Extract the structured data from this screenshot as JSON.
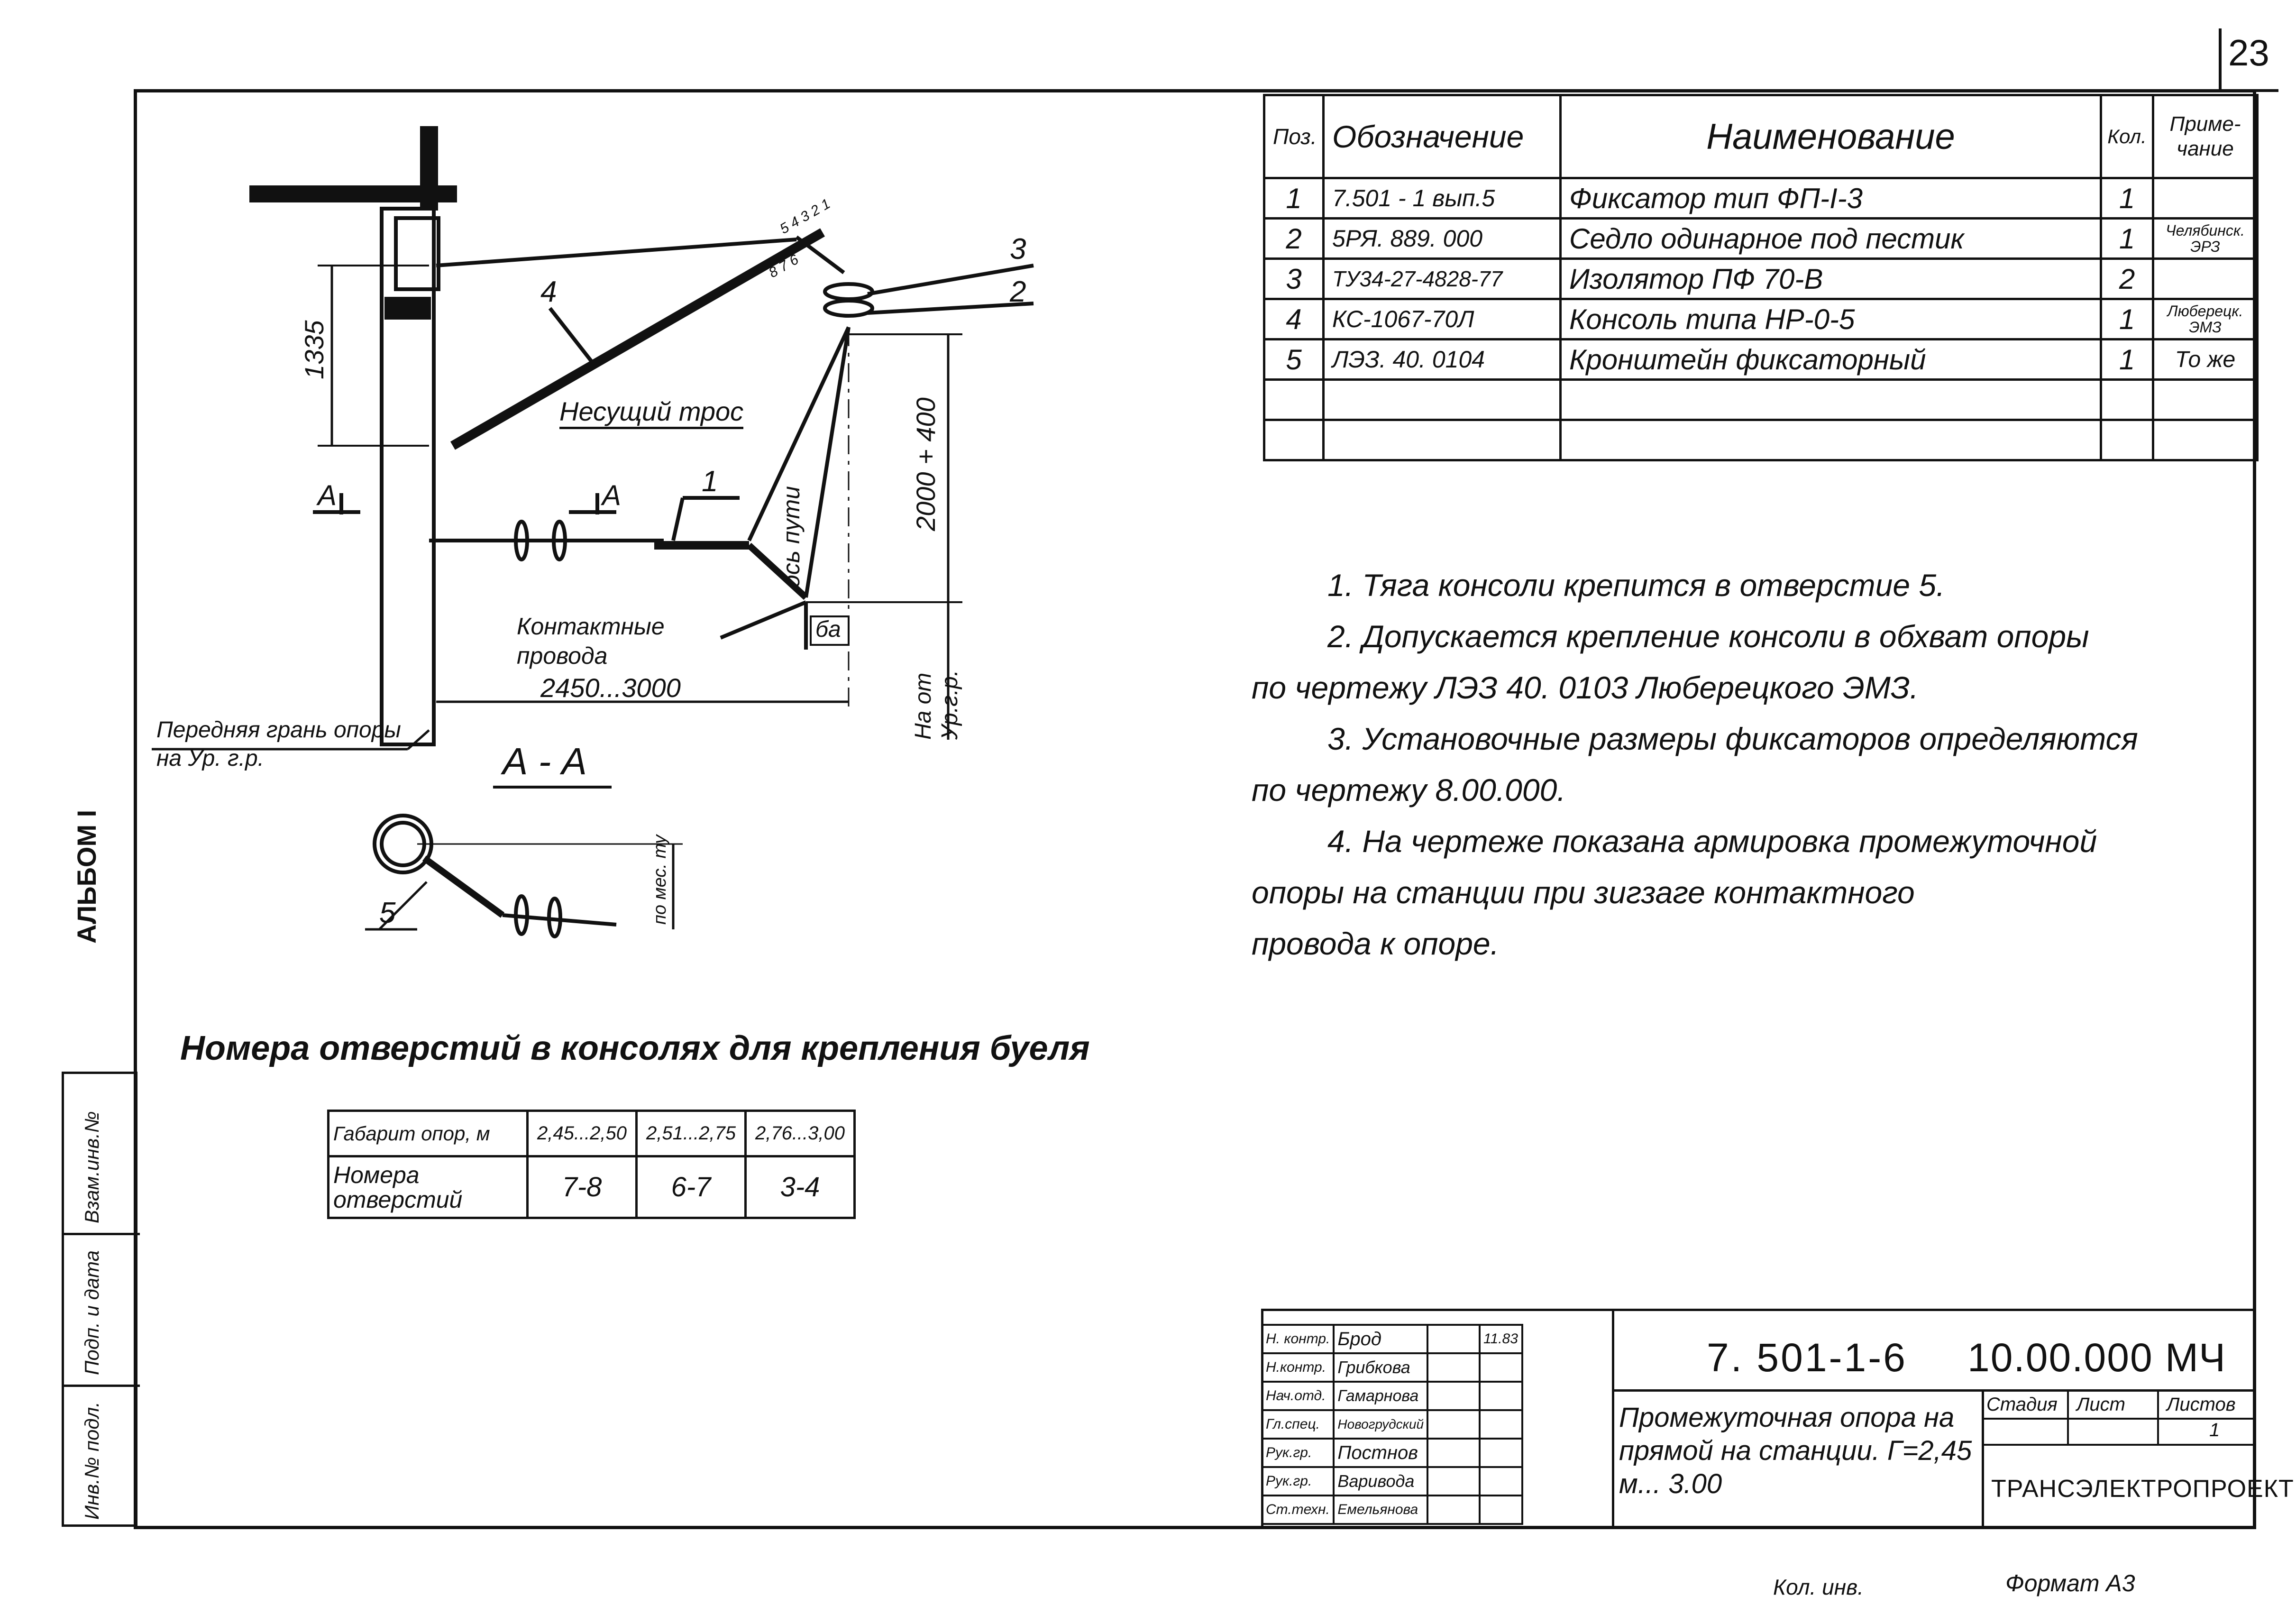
{
  "page": {
    "sheet_no": "23",
    "album_label": "АЛЬБОМ I",
    "footer_text": "Формат А3",
    "footer_text_left": "Кол. инв."
  },
  "drawing": {
    "label_n1": "1",
    "label_n2": "2",
    "label_n3": "3",
    "label_n4": "4",
    "label_n5": "5",
    "dim_1335": "1335",
    "dim_2000": "2000 + 400",
    "dim_2450": "2450...3000",
    "dim_ba": "ба",
    "dim_h": "На от Ур.г.р.",
    "dim_mes": "по мес. ту",
    "label_cable": "Несущий трос",
    "label_axis": "ось пути",
    "label_contact": "Контактные провода",
    "label_face": "Передняя грань опоры на Ур. г.р.",
    "section_mark_a1": "А",
    "section_mark_a2": "А",
    "section_title": "А - А",
    "small_numbers": "5 4 3 2 1",
    "small_numbers2": "8 7 6"
  },
  "spec_table": {
    "headers": [
      "Поз.",
      "Обозначение",
      "Наименование",
      "Кол.",
      "Приме-чание"
    ],
    "rows": [
      [
        "1",
        "7.501 - 1 вып.5",
        "Фиксатор тип ФП-I-3",
        "1",
        ""
      ],
      [
        "2",
        "5РЯ. 889. 000",
        "Седло одинарное под пестик",
        "1",
        "Челябинск. ЭРЗ"
      ],
      [
        "3",
        "ТУ34-27-4828-77",
        "Изолятор ПФ 70-В",
        "2",
        ""
      ],
      [
        "4",
        "КС-1067-70Л",
        "Консоль типа НР-0-5",
        "1",
        "Люберецк. ЭМЗ"
      ],
      [
        "5",
        "ЛЭЗ. 40. 0104",
        "Кронштейн фиксаторный",
        "1",
        "То же"
      ]
    ]
  },
  "notes": [
    "1. Тяга консоли крепится в отверстие 5.",
    "2. Допускается крепление консоли в обхват опоры",
    "по чертежу ЛЭЗ 40. 0103 Люберецкого ЭМЗ.",
    "3. Установочные размеры фиксаторов определяются",
    "по чертежу 8.00.000.",
    "4. На чертеже показана армировка промежуточной",
    "опоры на станции при зигзаге контактного",
    "провода к опоре."
  ],
  "holes_table": {
    "title": "Номера отверстий в консолях для крепления буеля",
    "header_label": "Габарит опор, м",
    "ranges": [
      "2,45...2,50",
      "2,51...2,75",
      "2,76...3,00"
    ],
    "row_label": "Номера отверстий",
    "values": [
      "7-8",
      "6-7",
      "3-4"
    ]
  },
  "title_block": {
    "code": "7. 501-1-6",
    "doc_no": "10.00.000 МЧ",
    "name": "Промежуточная опора на прямой на станции. Г=2,45 м... 3.00",
    "stage_label": "Стадия",
    "sheet_label": "Лист",
    "sheets_label": "Листов",
    "sheets_value": "1",
    "org": "ТРАНСЭЛЕКТРОПРОЕКТ",
    "date": "11.83",
    "people": [
      [
        "Н. контр.",
        "Брод"
      ],
      [
        "Н.контр.",
        "Грибкова"
      ],
      [
        "Нач.отд.",
        "Гамарнова"
      ],
      [
        "Гл.спец.",
        "Новогрудский"
      ],
      [
        "Рук.гр.",
        "Постнов"
      ],
      [
        "Рук.гр.",
        "Варивода"
      ],
      [
        "Ст.техн.",
        "Емельянова"
      ]
    ]
  },
  "stamp": {
    "f1": "Инв.№ подл.",
    "f2": "Подп. и дата",
    "f3": "Взам.инв.№"
  }
}
